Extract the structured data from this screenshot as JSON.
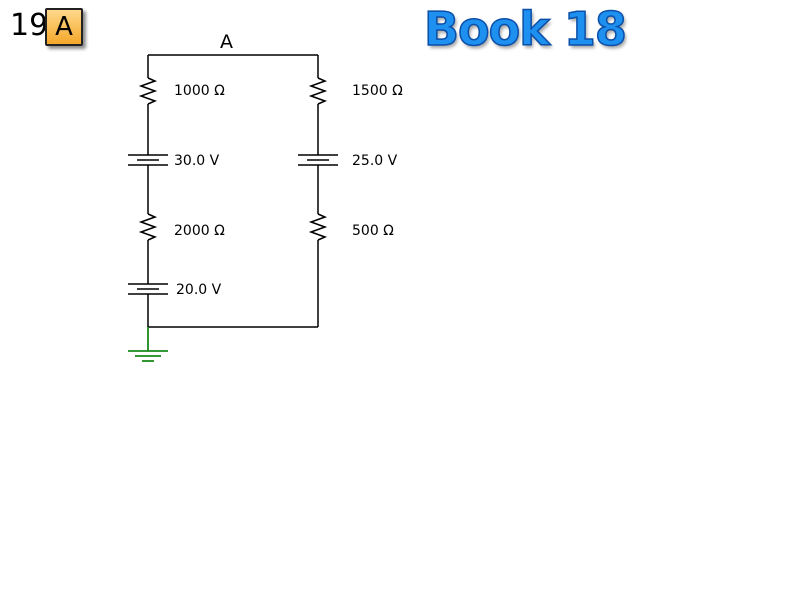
{
  "header": {
    "question_number": "19",
    "answer_letter": "A",
    "book_title": "Book 18"
  },
  "circuit": {
    "node_label": "A",
    "left_branch": {
      "r1": "1000 Ω",
      "b1": "30.0 V",
      "r2": "2000 Ω",
      "b2": "20.0 V"
    },
    "right_branch": {
      "r1": "1500 Ω",
      "b1": "25.0 V",
      "r2": "500 Ω"
    },
    "colors": {
      "wire": "#000000",
      "ground": "#1a8a1a"
    },
    "ground_symbol": "ground-icon"
  }
}
